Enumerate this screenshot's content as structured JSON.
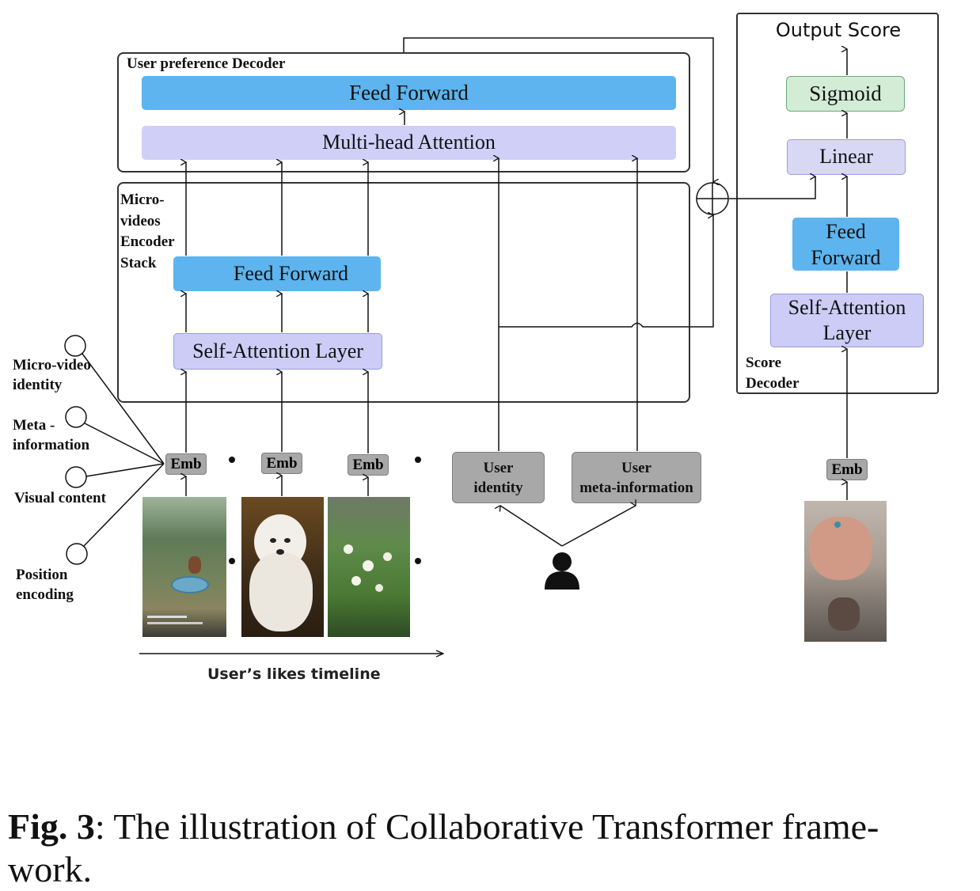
{
  "decoder": {
    "title": "User preference Decoder",
    "feed_forward": "Feed Forward",
    "attention": "Multi-head Attention"
  },
  "encoder": {
    "title": "Micro-\nvideos\nEncoder\nStack",
    "feed_forward": "Feed Forward",
    "self_attention": "Self-Attention Layer"
  },
  "score_decoder": {
    "title": "Score\nDecoder",
    "output": "Output Score",
    "sigmoid": "Sigmoid",
    "linear": "Linear",
    "feed_forward": "Feed\nForward",
    "self_attention": "Self-Attention\nLayer"
  },
  "inputs": {
    "micro_video_identity": "Micro-video\nidentity",
    "meta_information": "Meta -\ninformation",
    "visual_content": "Visual content",
    "position_encoding": "Position\nencoding"
  },
  "emb_label": "Emb",
  "user_identity": "User\nidentity",
  "user_meta": "User\nmeta-information",
  "timeline_label": "User’s likes timeline",
  "caption": {
    "figure": "Fig. 3",
    "text": ": The illustration of Collaborative Transformer frame-\nwork."
  },
  "colors": {
    "feed_forward_blue": "#5db4ee",
    "attention_lavender": "#ccccf6",
    "sigmoid_green": "#d2ecd6",
    "emb_gray": "#a8a8a8"
  }
}
